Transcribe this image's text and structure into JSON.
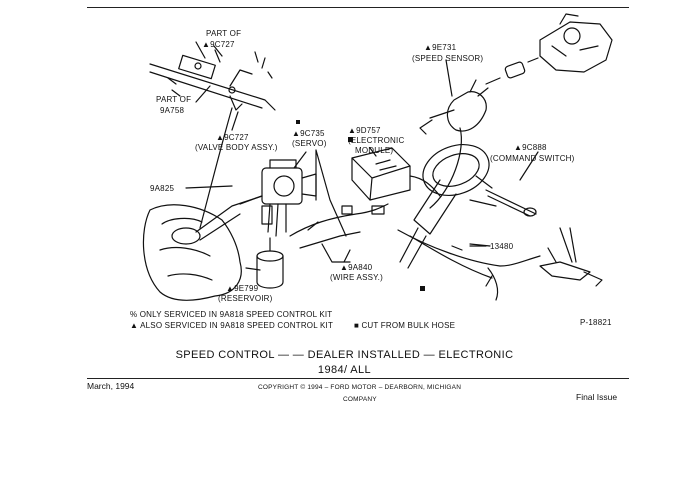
{
  "labels": {
    "part_of_9c727_a": "PART OF",
    "part_of_9c727_b": "▲9C727",
    "part_of_9a758_a": "PART OF",
    "part_of_9a758_b": "9A758",
    "valve_body_a": "▲9C727",
    "valve_body_b": "(VALVE BODY ASSY.)",
    "servo_a": "▲9C735",
    "servo_b": "(SERVO)",
    "n9a825": "9A825",
    "reservoir_a": "▲9E799",
    "reservoir_b": "(RESERVOIR)",
    "wire_assy_a": "▲9A840",
    "wire_assy_b": "(WIRE ASSY.)",
    "speed_sensor_a": "▲9E731",
    "speed_sensor_b": "(SPEED SENSOR)",
    "module_a": "▲9D757",
    "module_b": "(ELECTRONIC",
    "module_c": "MODULE)",
    "command_a": "▲9C888",
    "command_b": "(COMMAND SWITCH)",
    "n13480": "13480",
    "figure_id": "P-18821"
  },
  "legend": {
    "line1": "% ONLY SERVICED IN 9A818 SPEED CONTROL KIT",
    "line2": "▲ ALSO SERVICED IN 9A818 SPEED CONTROL KIT",
    "line3": "■ CUT FROM BULK HOSE"
  },
  "title": {
    "line1": "SPEED CONTROL — — DEALER INSTALLED — ELECTRONIC",
    "line2": "1984/ ALL"
  },
  "footer": {
    "date": "March, 1994",
    "copyright_line1": "COPYRIGHT © 1994 – FORD MOTOR – DEARBORN, MICHIGAN",
    "copyright_line2": "COMPANY",
    "status": "Final Issue"
  }
}
